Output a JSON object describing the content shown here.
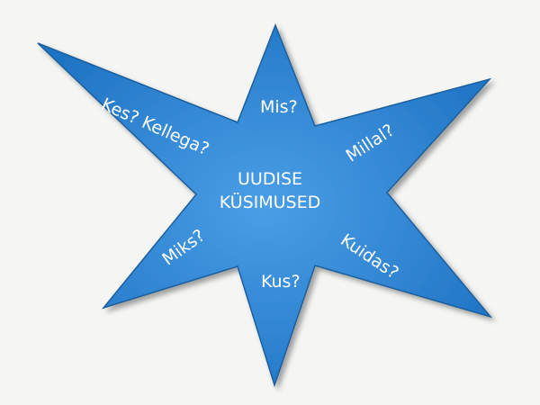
{
  "diagram": {
    "center_lines": [
      "UUDISE",
      "KÜSIMUSED"
    ],
    "rays": {
      "top": "Mis?",
      "top_right": "Millal?",
      "bottom_right": "Kuidas?",
      "bottom": "Kus?",
      "bottom_left": "Miks?",
      "top_left": "Kes? Kellega?"
    },
    "colors": {
      "star_fill": "#2f86d4",
      "star_stroke": "#1a5e9e",
      "text": "#ffffff",
      "background": "#f5f5f3"
    }
  }
}
